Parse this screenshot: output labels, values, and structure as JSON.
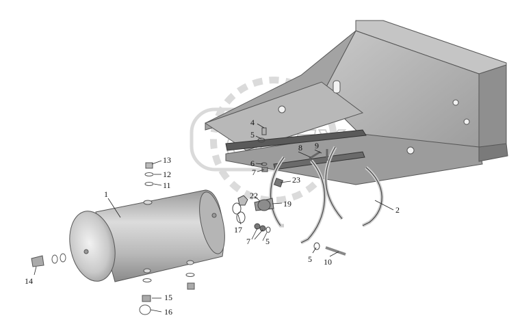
{
  "watermark": {
    "text": "OPEX"
  },
  "callouts": [
    {
      "id": "1",
      "text": "1"
    },
    {
      "id": "2",
      "text": "2"
    },
    {
      "id": "4",
      "text": "4"
    },
    {
      "id": "5a",
      "text": "5"
    },
    {
      "id": "5b",
      "text": "5"
    },
    {
      "id": "5c",
      "text": "5"
    },
    {
      "id": "6",
      "text": "6"
    },
    {
      "id": "7a",
      "text": "7"
    },
    {
      "id": "7b",
      "text": "7"
    },
    {
      "id": "8",
      "text": "8"
    },
    {
      "id": "9",
      "text": "9"
    },
    {
      "id": "10",
      "text": "10"
    },
    {
      "id": "11",
      "text": "11"
    },
    {
      "id": "12",
      "text": "12"
    },
    {
      "id": "13",
      "text": "13"
    },
    {
      "id": "14",
      "text": "14"
    },
    {
      "id": "15",
      "text": "15"
    },
    {
      "id": "16",
      "text": "16"
    },
    {
      "id": "17",
      "text": "17"
    },
    {
      "id": "19",
      "text": "19"
    },
    {
      "id": "22",
      "text": "22"
    },
    {
      "id": "23",
      "text": "23"
    }
  ],
  "colors": {
    "bracket_light": "#d6d6d6",
    "bracket_mid": "#a9a9a9",
    "bracket_dark": "#6f6f6f",
    "strap": "#cfcfcf",
    "tank": "#bdbdbd",
    "watermark": "#c8c8c8"
  }
}
